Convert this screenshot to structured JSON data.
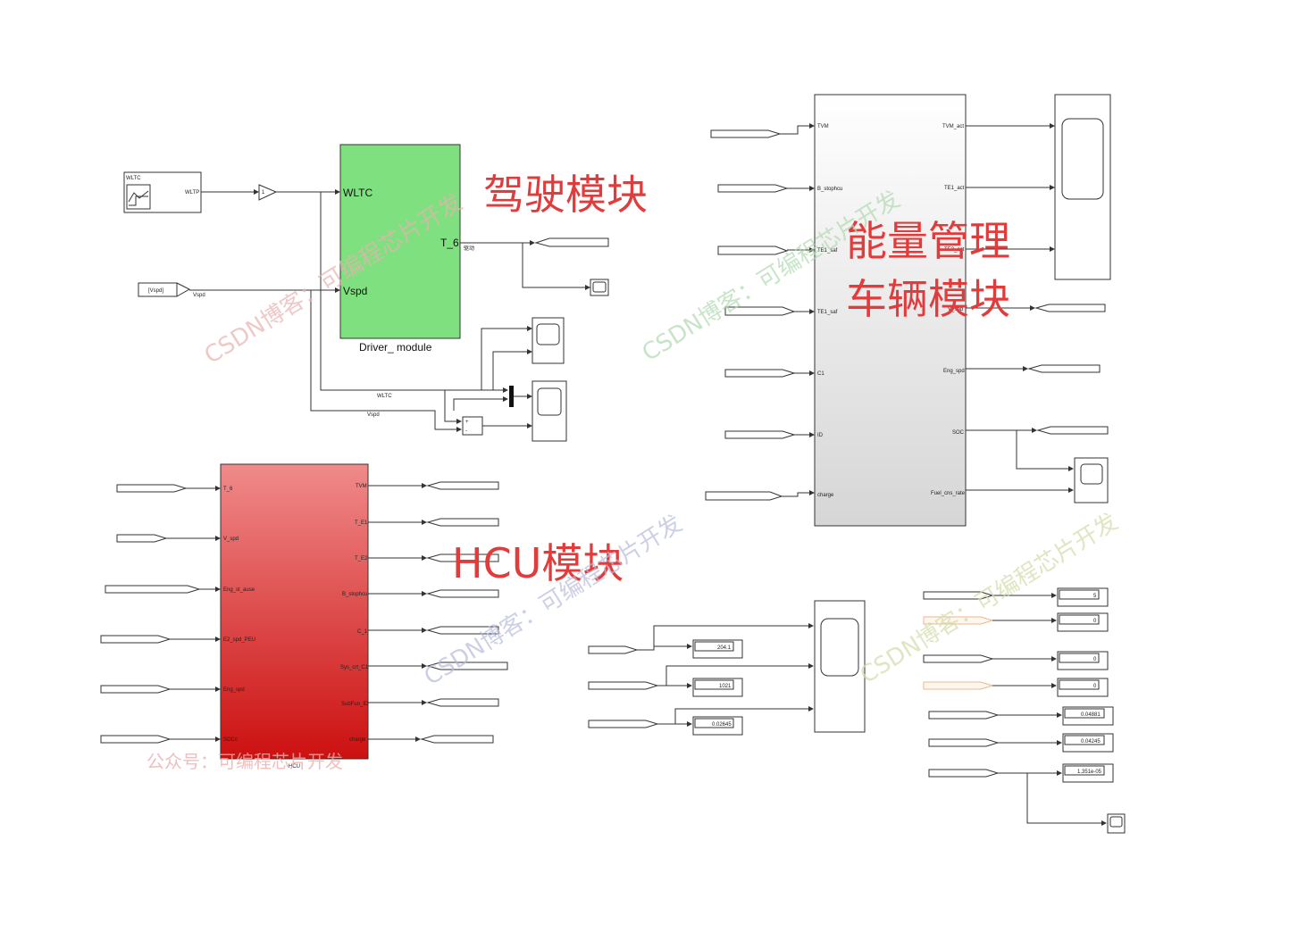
{
  "labels": {
    "driver_title": "驾驶模块",
    "energy_title_1": "能量管理",
    "energy_title_2": "车辆模块",
    "hcu_title": "HCU模块"
  },
  "watermarks": {
    "wm1": "CSDN博客：可编程芯片开发",
    "wm2": "CSDN博客：可编程芯片开发",
    "wm3": "CSDN博客：可编程芯片开发",
    "wm4": "CSDN博客：可编程芯片开发",
    "wm5": "公众号：可编程芯片开发"
  },
  "driver": {
    "wltc_src_label": "WLTC",
    "wltc_port": "WLTP",
    "gain": "1",
    "vspd_from": "[Vspd]",
    "vspd_sig": "Vspd",
    "in1": "WLTC",
    "in2": "Vspd",
    "out1": "T_6",
    "out_sig": "驱动",
    "name": "Driver_ module",
    "wltc_wire": "WLTC",
    "vspd_wire": "Vspd",
    "sum_plus": "+",
    "sum_minus": "-"
  },
  "vehicle": {
    "inputs": [
      "TVM",
      "B_stophcu",
      "TE1_saf",
      "TE1_saf",
      "C1",
      "ID",
      "charge"
    ],
    "outputs": [
      "TVM_act",
      "TE1_act",
      "TE2_act",
      "V_spd",
      "Eng_spd",
      "SOC",
      "Fuel_cns_rate"
    ]
  },
  "hcu": {
    "name": "HCU",
    "inputs": [
      "T_6",
      "V_spd",
      "Eng_st_ause",
      "E2_spd_PEU",
      "Eng_spd",
      "SOCc"
    ],
    "outputs": [
      "TVM",
      "T_E1",
      "T_E2",
      "B_stophcu",
      "C_1",
      "Sys_crt_C1",
      "SubFun_ID",
      "charge"
    ]
  },
  "displays": {
    "left": [
      "204.1",
      "1021",
      "0.02645"
    ],
    "right": [
      "5",
      "0",
      "0",
      "0",
      "0.04881",
      "0.04245",
      "1.351e-05"
    ]
  }
}
